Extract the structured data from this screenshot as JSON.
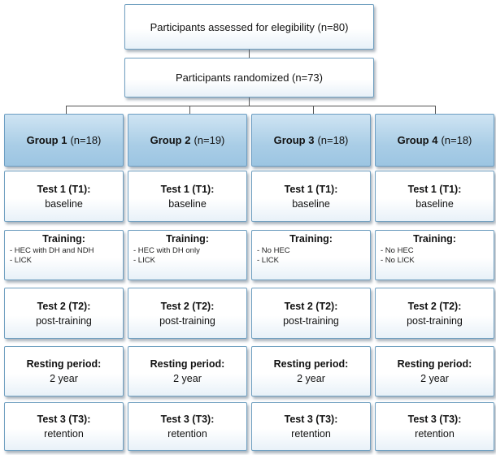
{
  "top_boxes": {
    "assessed": "Participants assessed for elegibility (n=80)",
    "randomized": "Participants randomized (n=73)"
  },
  "groups": [
    {
      "name": "Group 1",
      "n": "(n=18)",
      "test1": {
        "title": "Test 1 (T1):",
        "text": "baseline"
      },
      "training": {
        "title": "Training:",
        "items": [
          "- HEC with DH and NDH",
          "- LICK"
        ]
      },
      "test2": {
        "title": "Test 2 (T2):",
        "text": "post-training"
      },
      "rest": {
        "title": "Resting period:",
        "text": "2 year"
      },
      "test3": {
        "title": "Test 3 (T3):",
        "text": "retention"
      }
    },
    {
      "name": "Group 2",
      "n": "(n=19)",
      "test1": {
        "title": "Test 1 (T1):",
        "text": "baseline"
      },
      "training": {
        "title": "Training:",
        "items": [
          "- HEC with DH only",
          "- LICK"
        ]
      },
      "test2": {
        "title": "Test 2 (T2):",
        "text": "post-training"
      },
      "rest": {
        "title": "Resting period:",
        "text": "2 year"
      },
      "test3": {
        "title": "Test 3 (T3):",
        "text": "retention"
      }
    },
    {
      "name": "Group 3",
      "n": "(n=18)",
      "test1": {
        "title": "Test 1 (T1):",
        "text": "baseline"
      },
      "training": {
        "title": "Training:",
        "items": [
          "- No HEC",
          "- LICK"
        ]
      },
      "test2": {
        "title": "Test 2 (T2):",
        "text": "post-training"
      },
      "rest": {
        "title": "Resting period:",
        "text": "2 year"
      },
      "test3": {
        "title": "Test 3 (T3):",
        "text": "retention"
      }
    },
    {
      "name": "Group 4",
      "n": "(n=18)",
      "test1": {
        "title": "Test 1 (T1):",
        "text": "baseline"
      },
      "training": {
        "title": "Training:",
        "items": [
          "- No HEC",
          "- No LICK"
        ]
      },
      "test2": {
        "title": "Test 2 (T2):",
        "text": "post-training"
      },
      "rest": {
        "title": "Resting period:",
        "text": "2 year"
      },
      "test3": {
        "title": "Test 3 (T3):",
        "text": "retention"
      }
    }
  ]
}
